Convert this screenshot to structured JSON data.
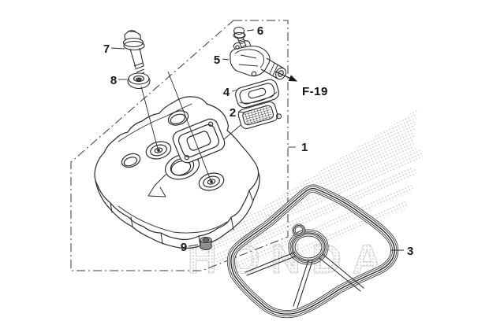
{
  "diagram": {
    "callouts": {
      "c1": "1",
      "c2": "2",
      "c3": "3",
      "c4": "4",
      "c5": "5",
      "c6": "6",
      "c7": "7",
      "c8": "8",
      "c9": "9"
    },
    "reference": "F-19",
    "watermark": "HONDA",
    "colors": {
      "line": "#2b2b2b",
      "watermark": "#d6d6d6",
      "background": "#ffffff"
    }
  }
}
